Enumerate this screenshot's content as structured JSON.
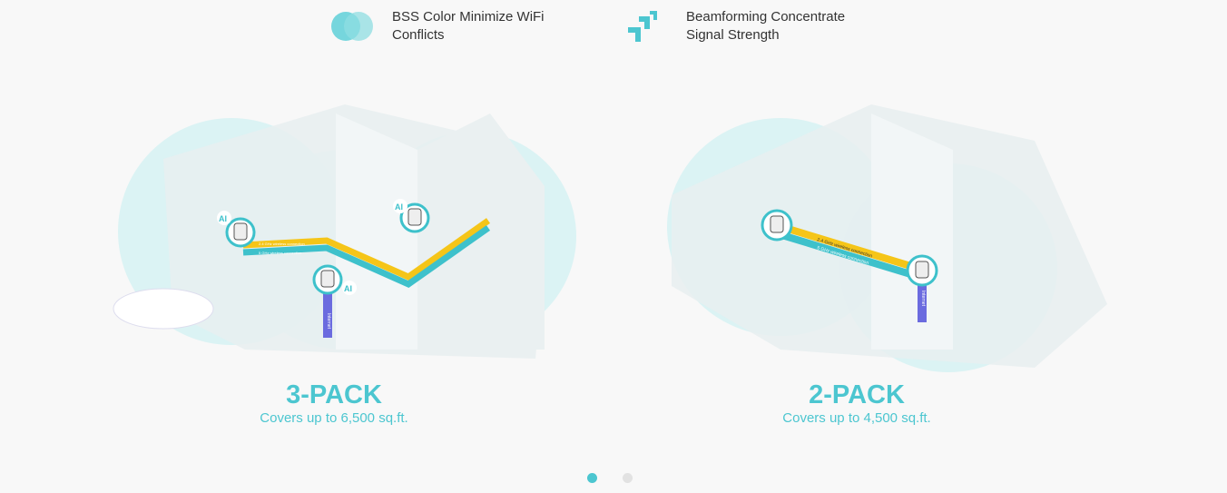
{
  "features": [
    {
      "icon": "bss-color-icon",
      "text": "BSS Color Minimize WiFi Conflicts"
    },
    {
      "icon": "beamforming-icon",
      "text": "Beamforming Concentrate Signal Strength"
    }
  ],
  "packs": [
    {
      "title": "3-PACK",
      "subtitle": "Covers up to 6,500 sq.ft."
    },
    {
      "title": "2-PACK",
      "subtitle": "Covers up to 4,500 sq.ft."
    }
  ],
  "diagram": {
    "band24": "2.4 GHz wireless connection",
    "band5": "5 GHz wireless connection",
    "internet": "Internet",
    "ai": "AI"
  },
  "carousel": {
    "active": 1,
    "total": 2
  },
  "colors": {
    "accent": "#4cc6d0",
    "yellow": "#f5c518",
    "internet": "#6b6bdf"
  }
}
